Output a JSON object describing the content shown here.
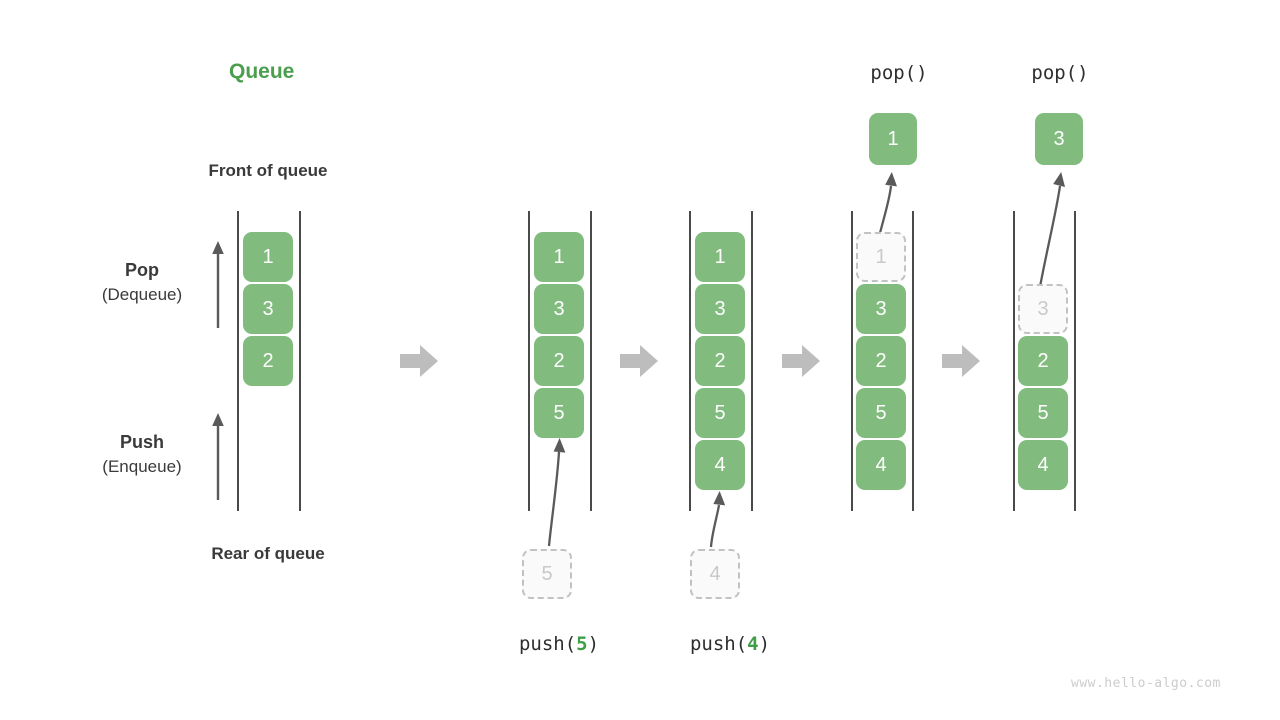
{
  "title": "Queue",
  "labels": {
    "front": "Front of queue",
    "rear": "Rear of queue",
    "pop_main": "Pop",
    "pop_sub": "(Dequeue)",
    "push_main": "Push",
    "push_sub": "(Enqueue)"
  },
  "operations": {
    "push5_prefix": "push(",
    "push5_value": "5",
    "push5_suffix": ")",
    "push4_prefix": "push(",
    "push4_value": "4",
    "push4_suffix": ")",
    "pop_1": "pop()",
    "pop_2": "pop()"
  },
  "colors": {
    "accent_green": "#81bb7e",
    "title_green": "#4c9e4f",
    "label_dark": "#3a3a3a",
    "rail_gray": "#4a4a4a",
    "ghost_border": "#c2c2c2",
    "ghost_text": "#c9c9c9",
    "step_arrow": "#bdbdbd",
    "watermark": "#cccccc"
  },
  "stages": [
    {
      "name": "initial",
      "cells": [
        {
          "value": "1",
          "state": "solid"
        },
        {
          "value": "3",
          "state": "solid"
        },
        {
          "value": "2",
          "state": "solid"
        }
      ]
    },
    {
      "name": "after-push-5",
      "cells": [
        {
          "value": "1",
          "state": "solid"
        },
        {
          "value": "3",
          "state": "solid"
        },
        {
          "value": "2",
          "state": "solid"
        },
        {
          "value": "5",
          "state": "solid"
        }
      ],
      "incoming": {
        "value": "5",
        "state": "ghost"
      }
    },
    {
      "name": "after-push-4",
      "cells": [
        {
          "value": "1",
          "state": "solid"
        },
        {
          "value": "3",
          "state": "solid"
        },
        {
          "value": "2",
          "state": "solid"
        },
        {
          "value": "5",
          "state": "solid"
        },
        {
          "value": "4",
          "state": "solid"
        }
      ],
      "incoming": {
        "value": "4",
        "state": "ghost"
      }
    },
    {
      "name": "after-pop-1",
      "cells": [
        {
          "value": "1",
          "state": "ghost"
        },
        {
          "value": "3",
          "state": "solid"
        },
        {
          "value": "2",
          "state": "solid"
        },
        {
          "value": "5",
          "state": "solid"
        },
        {
          "value": "4",
          "state": "solid"
        }
      ],
      "outgoing": {
        "value": "1",
        "state": "solid"
      }
    },
    {
      "name": "after-pop-3",
      "cells": [
        {
          "value": "3",
          "state": "ghost"
        },
        {
          "value": "2",
          "state": "solid"
        },
        {
          "value": "5",
          "state": "solid"
        },
        {
          "value": "4",
          "state": "solid"
        }
      ],
      "outgoing": {
        "value": "3",
        "state": "solid"
      }
    }
  ],
  "watermark": "www.hello-algo.com"
}
